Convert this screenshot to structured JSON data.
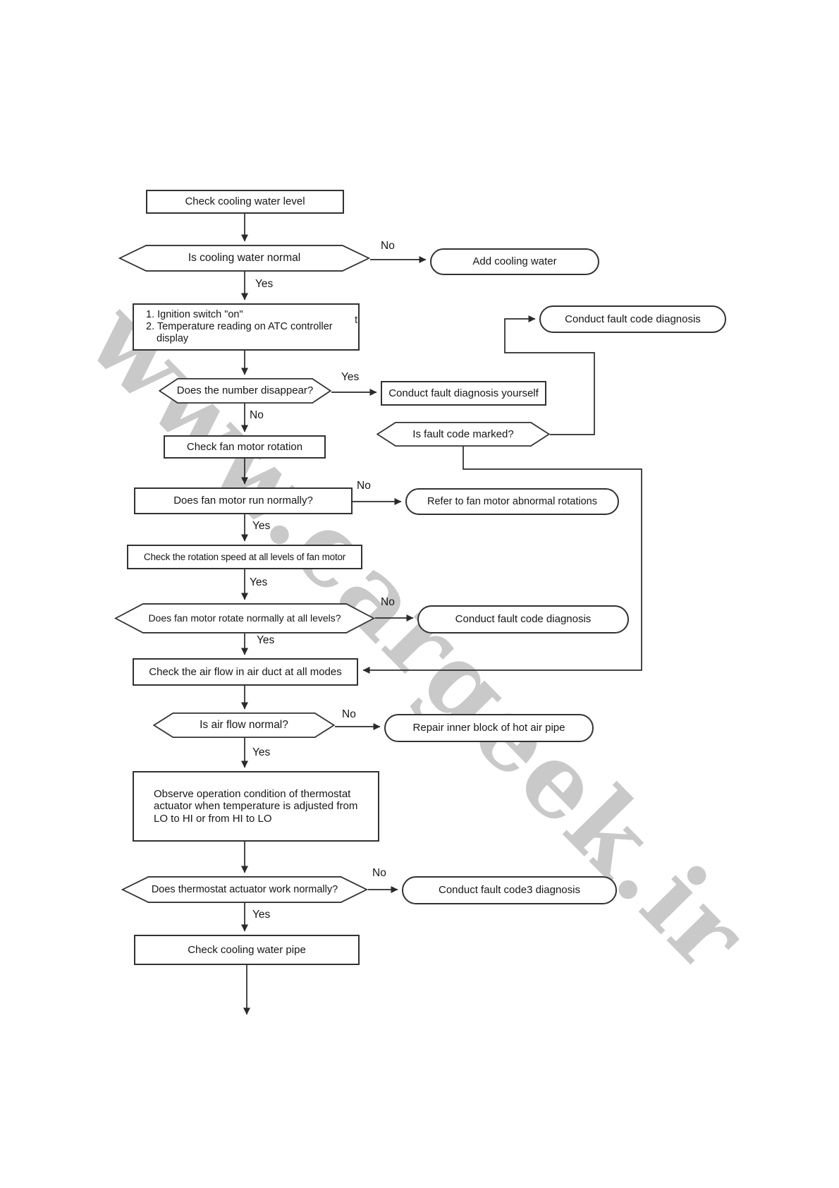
{
  "watermark": {
    "text": "www.cargeek.ir",
    "color": "#c9c9c9"
  },
  "labels": {
    "yes": "Yes",
    "no": "No"
  },
  "artifact": {
    "text": "t"
  },
  "nodes": {
    "check_water_level": {
      "label": "Check cooling water level"
    },
    "is_water_normal": {
      "label": "Is cooling water normal"
    },
    "add_cooling_water": {
      "label": "Add cooling water"
    },
    "ignition": {
      "lines": [
        "1. Ignition switch \"on\"",
        "2. Temperature reading on ATC controller",
        "display"
      ]
    },
    "fault_code_diag_top": {
      "label": "Conduct fault code diagnosis"
    },
    "number_disappear": {
      "label": "Does the number disappear?"
    },
    "diag_yourself": {
      "label": "Conduct fault diagnosis yourself"
    },
    "is_fault_code_marked": {
      "label": "Is fault code marked?"
    },
    "check_fan_rotation": {
      "label": "Check fan motor rotation"
    },
    "fan_run_normally": {
      "label": "Does fan motor run normally?"
    },
    "refer_fan_abnormal": {
      "label": "Refer to fan motor abnormal rotations"
    },
    "check_rotation_speed": {
      "label": "Check the rotation speed at all levels of fan motor"
    },
    "fan_rotate_all_levels": {
      "label": "Does fan motor rotate normally at all levels?"
    },
    "fault_code_diag_mid": {
      "label": "Conduct fault code diagnosis"
    },
    "check_air_flow": {
      "label": "Check the air flow in air duct at all modes"
    },
    "is_air_flow_normal": {
      "label": "Is air flow normal?"
    },
    "repair_hot_air_pipe": {
      "label": "Repair inner block of hot air pipe"
    },
    "observe_thermostat": {
      "lines": [
        "Observe operation condition of thermostat",
        "actuator when temperature is adjusted from",
        "LO to HI or from HI to LO"
      ]
    },
    "thermostat_work_normally": {
      "label": "Does thermostat actuator work normally?"
    },
    "fault_code3_diag": {
      "label": "Conduct fault code3 diagnosis"
    },
    "check_cooling_pipe": {
      "label": "Check cooling water pipe"
    }
  }
}
